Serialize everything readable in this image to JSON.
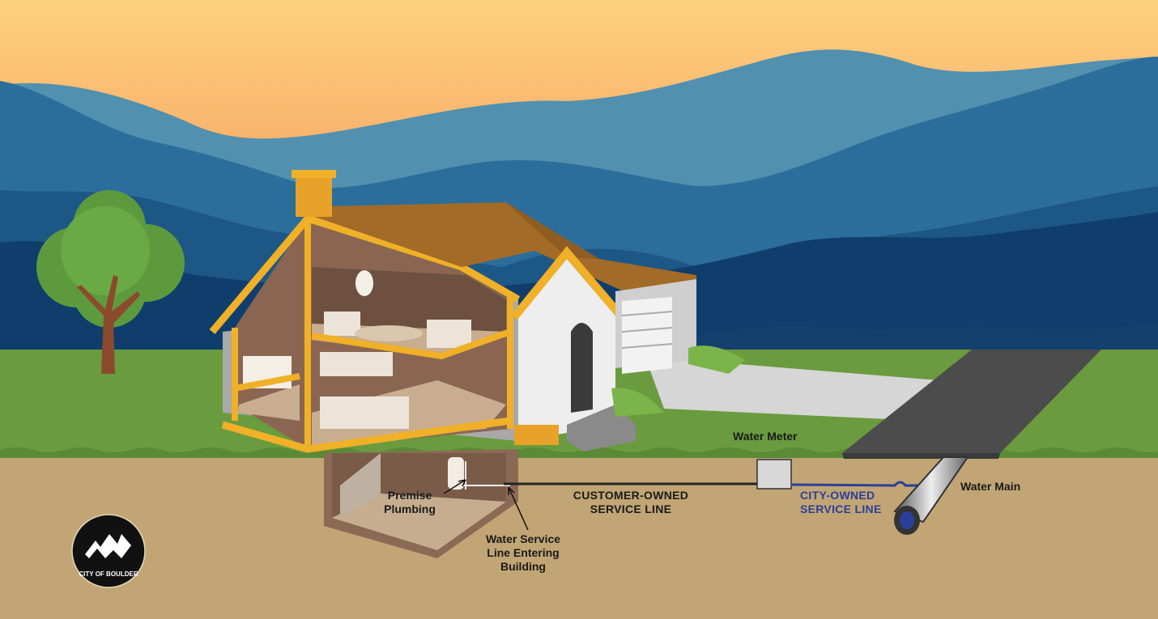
{
  "labels": {
    "water_meter": "Water Meter",
    "water_main": "Water Main",
    "customer_line": [
      "CUSTOMER-OWNED",
      "SERVICE LINE"
    ],
    "city_line": [
      "CITY-OWNED",
      "SERVICE LINE"
    ],
    "premise_plumbing": [
      "Premise",
      "Plumbing"
    ],
    "entering_building": [
      "Water Service",
      "Line Entering",
      "Building"
    ]
  },
  "logo": {
    "text": "CITY OF BOULDER"
  },
  "colors": {
    "customer_line": "#222222",
    "city_line": "#2b3f9a",
    "ground": "#c2a574",
    "grass": "#6a9b3e"
  }
}
